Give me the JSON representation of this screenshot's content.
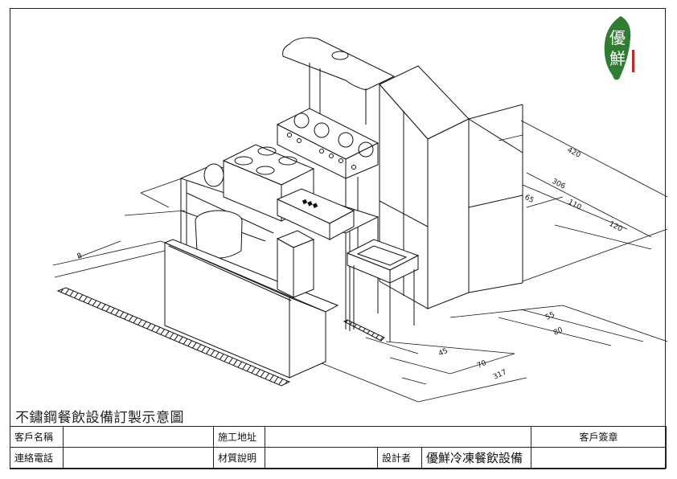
{
  "sheet_title": "不鏽鋼餐飲設備訂製示意圖",
  "logo": {
    "text_top": "優",
    "text_bottom": "鮮",
    "color": "#2e7d32",
    "accent": "#c62828"
  },
  "titleblock": {
    "customer_name_label": "客戶名稱",
    "customer_name_value": "",
    "site_address_label": "施工地址",
    "site_address_value": "",
    "customer_signature_label": "客戶簽章",
    "contact_phone_label": "連絡電話",
    "contact_phone_value": "",
    "material_label": "材質說明",
    "material_value": "",
    "designer_label": "設計者",
    "designer_value": "優鮮冷凍餐飲設備"
  },
  "dimensions": {
    "d420": "420",
    "d306": "306",
    "d110": "110",
    "d65": "65",
    "d120": "120",
    "d55": "55",
    "d80": "80",
    "d45": "45",
    "d70": "70",
    "d317": "317",
    "d8": "8"
  }
}
